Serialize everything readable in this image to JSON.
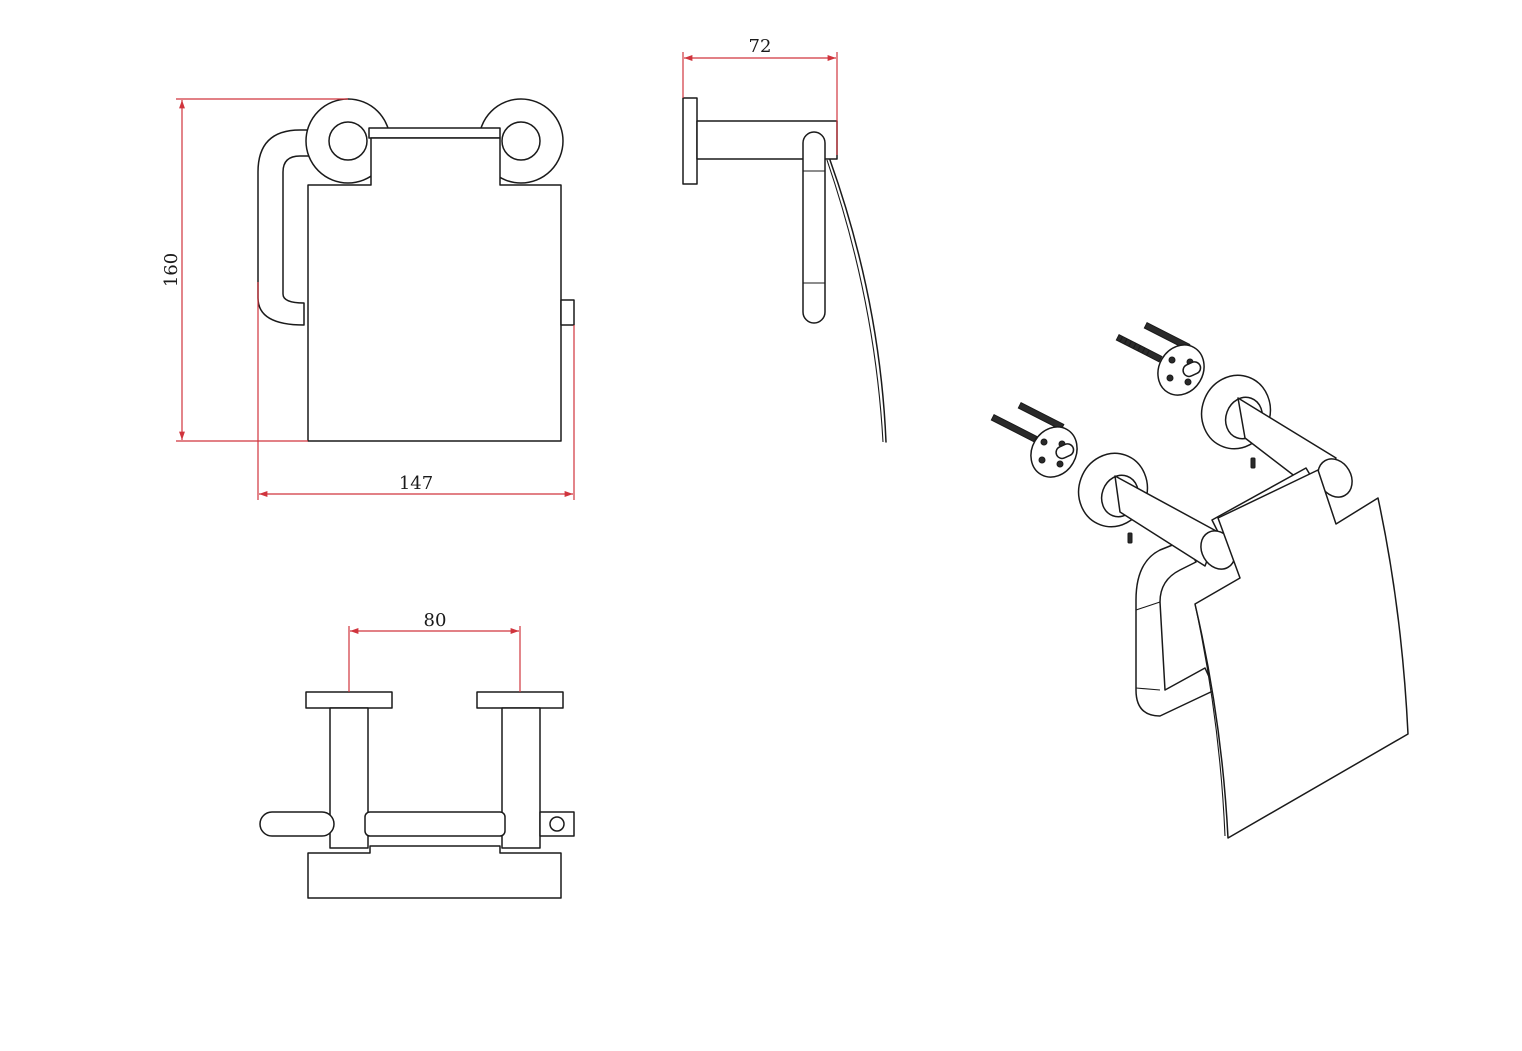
{
  "dimensions": {
    "height_label": "160",
    "width_label": "147",
    "depth_label": "72",
    "spacing_label": "80"
  },
  "colors": {
    "dimension_line": "#d0343d",
    "outline": "#1a1a1a",
    "background": "#ffffff"
  }
}
